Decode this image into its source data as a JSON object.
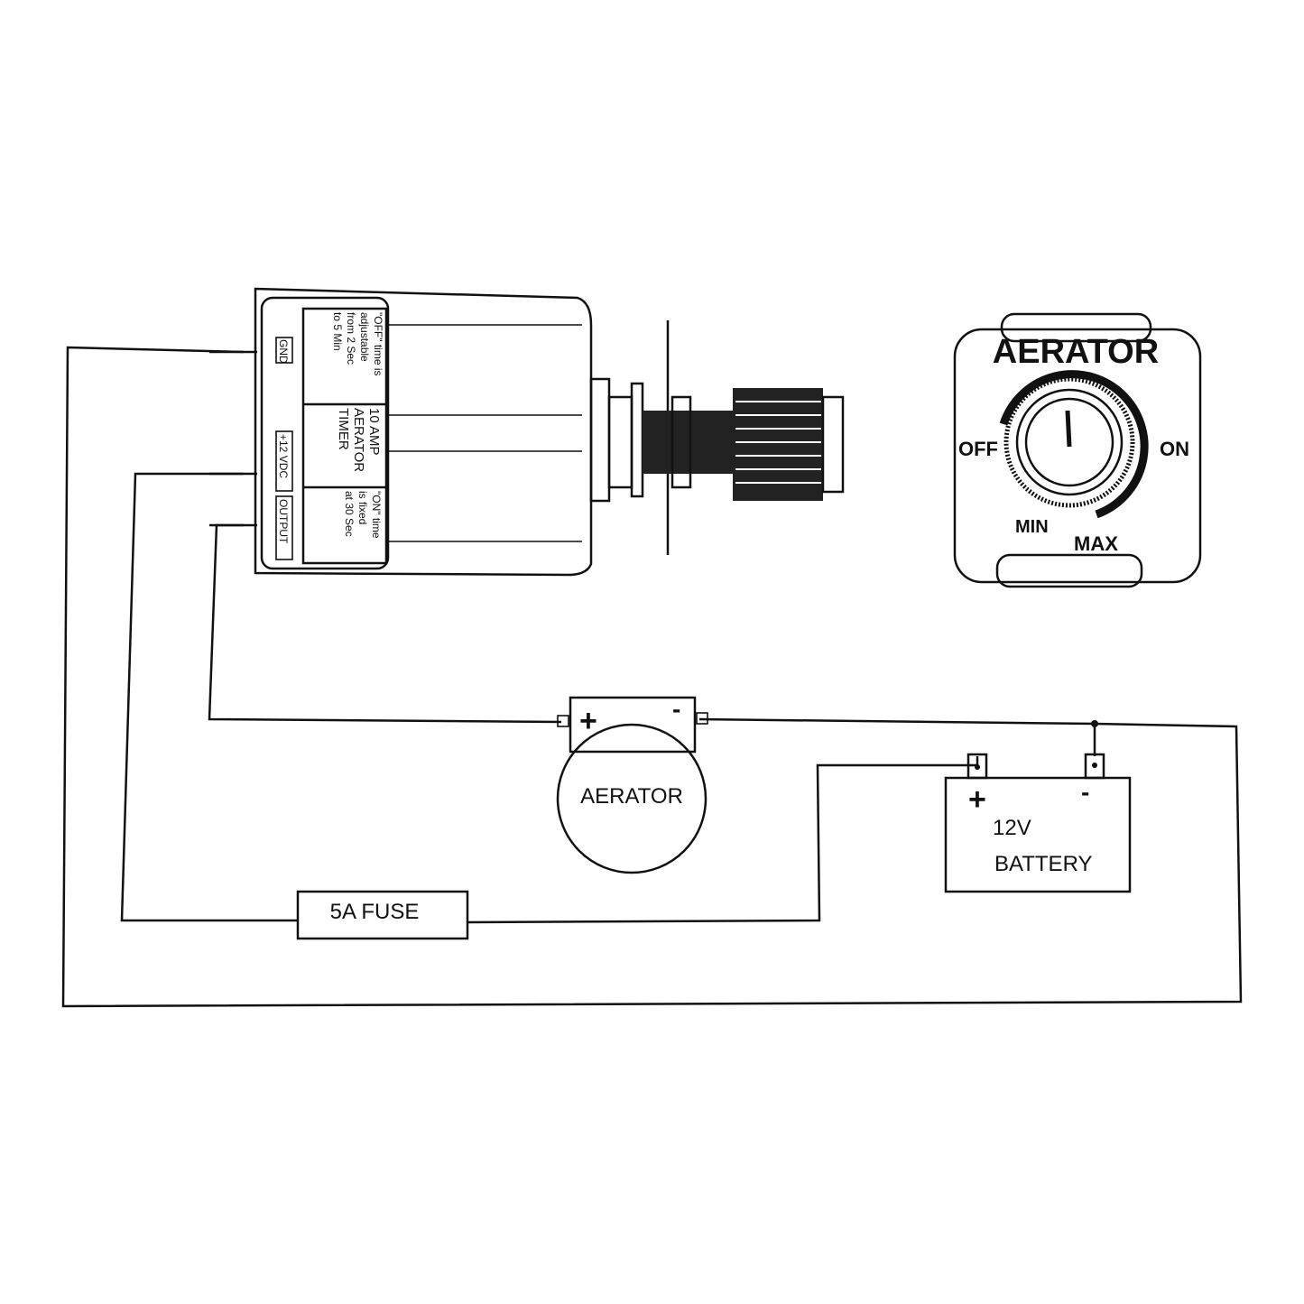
{
  "timer": {
    "terminals": [
      "GND",
      "+12 VDC",
      "OUTPUT"
    ],
    "off_note": [
      "\"OFF\" time is",
      "adjustable",
      "from 2 Sec",
      "to 5 Min"
    ],
    "title": [
      "10 AMP",
      "AERATOR",
      "TIMER"
    ],
    "on_note": [
      "\"ON\" time",
      "is fixed",
      "at 30 Sec"
    ]
  },
  "switch_plate": {
    "title": "AERATOR",
    "off": "OFF",
    "on": "ON",
    "min": "MIN",
    "max": "MAX"
  },
  "aerator": {
    "label": "AERATOR",
    "plus": "+",
    "minus": "-"
  },
  "battery": {
    "line1": "12V",
    "line2": "BATTERY",
    "plus": "+",
    "minus": "-"
  },
  "fuse": {
    "label": "5A FUSE"
  }
}
